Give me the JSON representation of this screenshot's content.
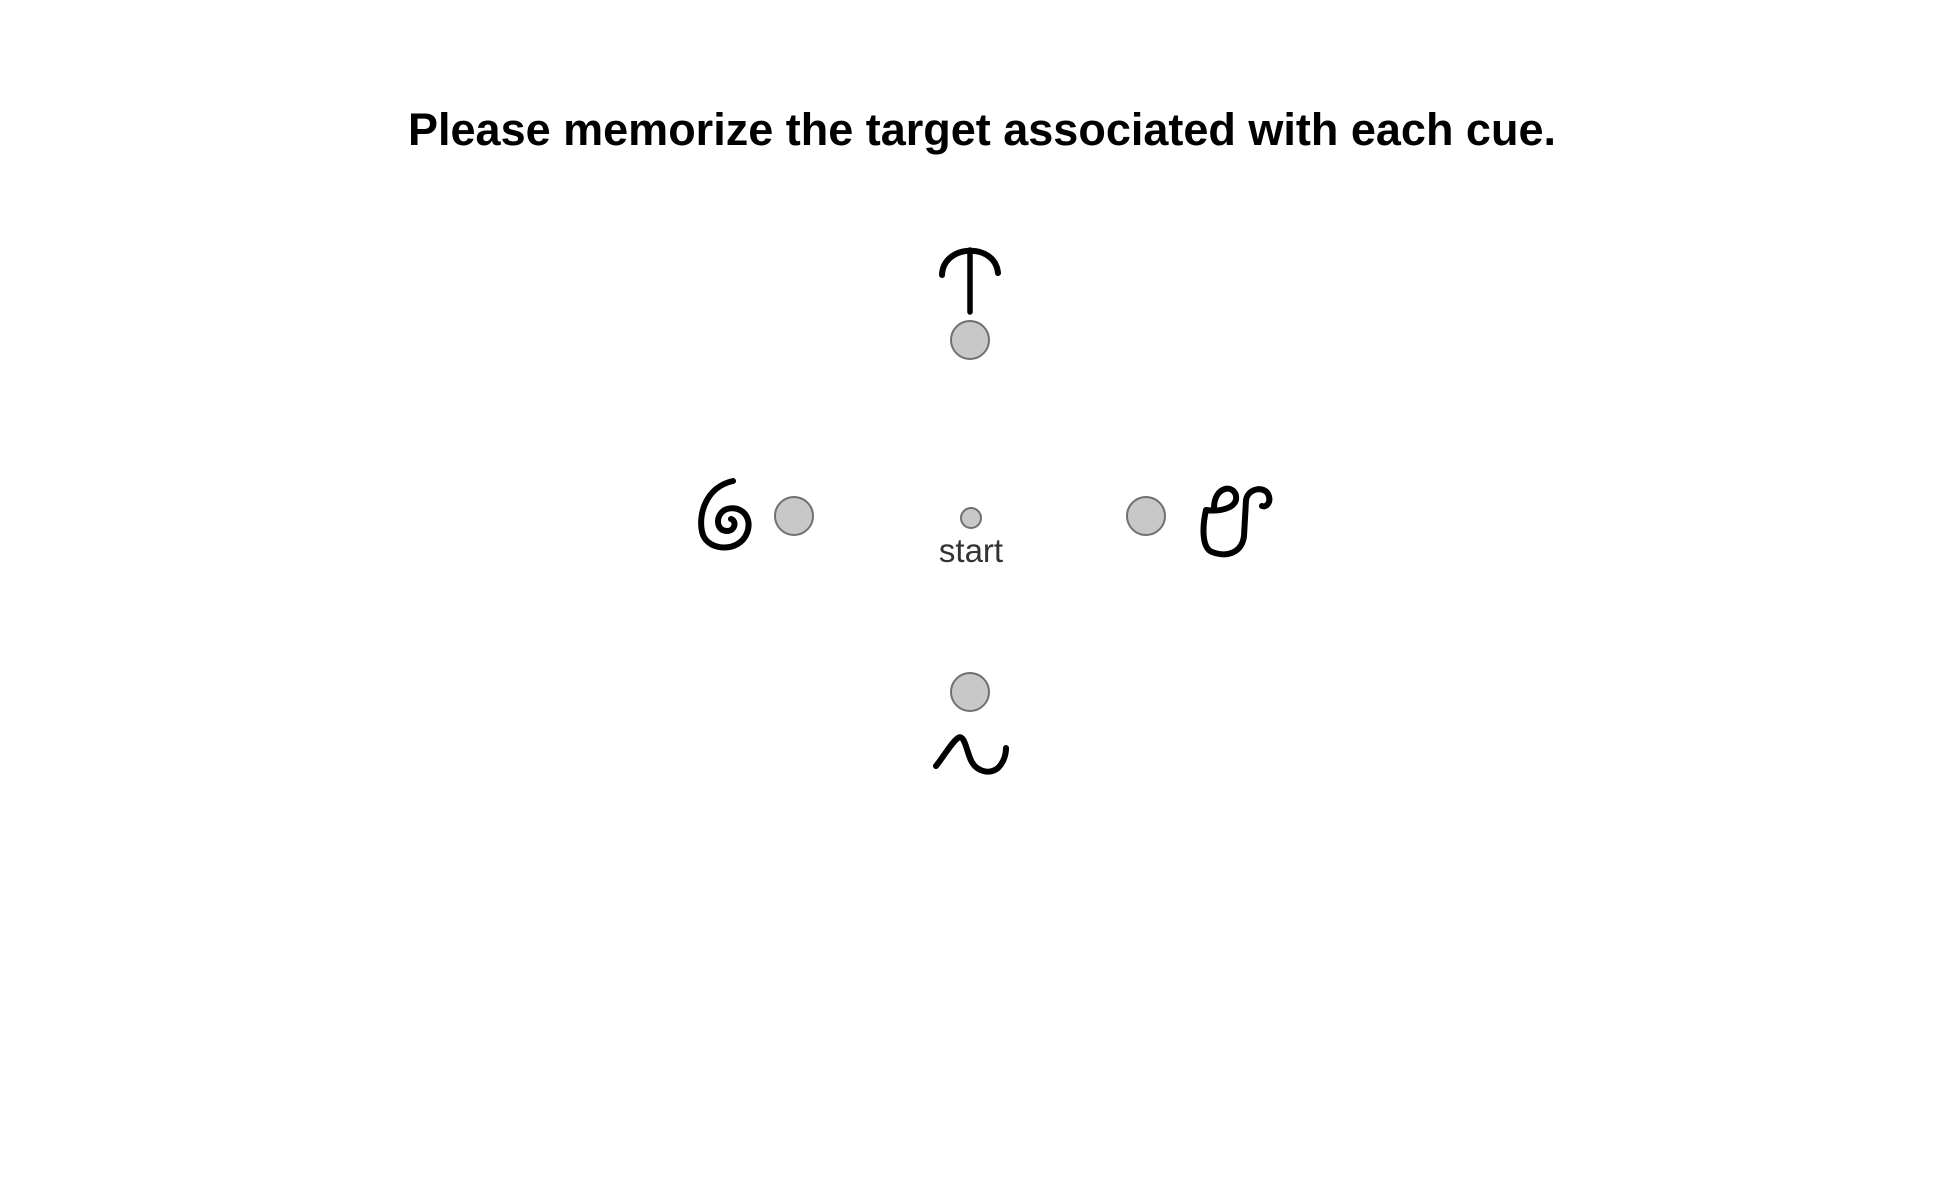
{
  "instruction": "Please memorize the target associated with each cue.",
  "start_label": "start",
  "colors": {
    "background": "#ffffff",
    "target_fill": "#c8c8c8",
    "target_stroke": "#707070",
    "cue_stroke": "#000000"
  },
  "cues": [
    {
      "position": "top",
      "icon": "t-shaped-glyph-icon"
    },
    {
      "position": "left",
      "icon": "spiral-glyph-icon"
    },
    {
      "position": "right",
      "icon": "looped-glyph-icon"
    },
    {
      "position": "bottom",
      "icon": "tilde-glyph-icon"
    }
  ]
}
